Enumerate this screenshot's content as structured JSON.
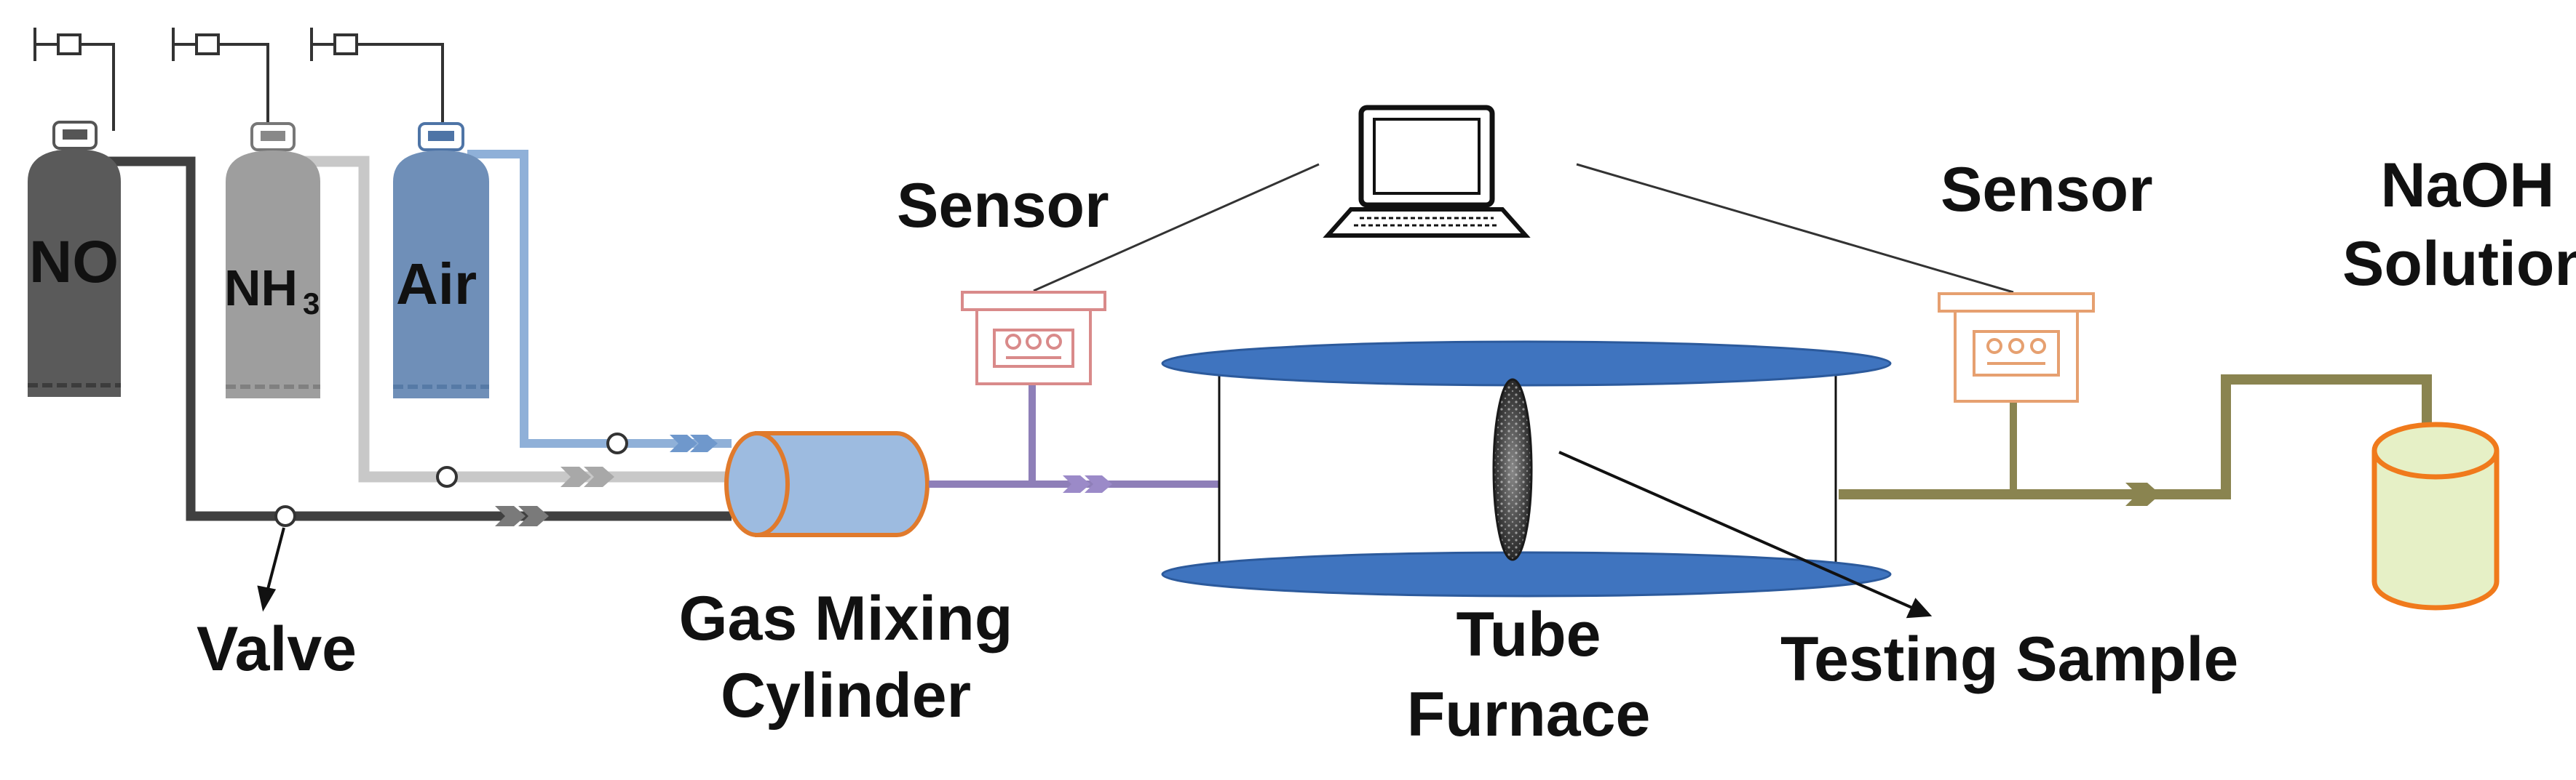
{
  "cylinders": {
    "no_label": "NO",
    "nh3_label_main": "NH",
    "nh3_label_sub": "3",
    "air_label": "Air"
  },
  "labels": {
    "sensor_left": "Sensor",
    "sensor_right": "Sensor",
    "naoh_line1": "NaOH",
    "naoh_line2": "Solution",
    "valve": "Valve",
    "gas_mixing_line1": "Gas Mixing",
    "gas_mixing_line2": "Cylinder",
    "tube_line1": "Tube",
    "tube_line2": "Furnace",
    "testing_sample": "Testing Sample"
  },
  "colors": {
    "no_cylinder": "#5a5a5a",
    "nh3_cylinder": "#9e9e9e",
    "air_cylinder": "#6f8fb8",
    "no_pipe": "#404040",
    "nh3_pipe": "#c8c8c8",
    "air_pipe": "#8fb0d8",
    "mixed_pipe": "#8e7fb8",
    "exhaust_pipe": "#8a8450",
    "furnace_blue": "#3f74bf",
    "mixer_fill": "#9dbbe0",
    "mixer_stroke": "#e07a2c",
    "naoh_fill": "#e6f0c6",
    "naoh_stroke": "#f07a1c",
    "sensor_left_stroke": "#d98a8a",
    "sensor_right_stroke": "#e6a070"
  }
}
